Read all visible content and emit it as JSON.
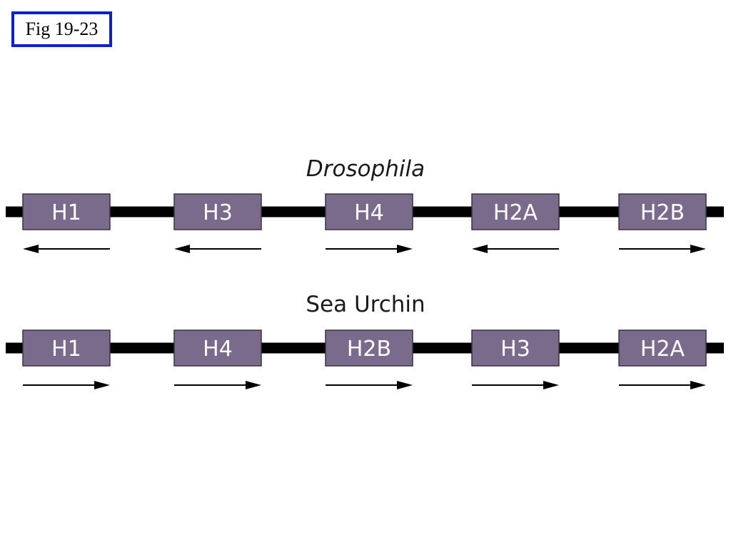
{
  "figure_label": "Fig 19-23",
  "colors": {
    "gene_box": "#7a6a8c",
    "dna_line": "#000000",
    "label_border": "#0a1fd6"
  },
  "rows": [
    {
      "organism": "Drosophila",
      "italic": true,
      "genes": [
        {
          "name": "H1",
          "direction": "left"
        },
        {
          "name": "H3",
          "direction": "left"
        },
        {
          "name": "H4",
          "direction": "right"
        },
        {
          "name": "H2A",
          "direction": "left"
        },
        {
          "name": "H2B",
          "direction": "right"
        }
      ]
    },
    {
      "organism": "Sea Urchin",
      "italic": false,
      "genes": [
        {
          "name": "H1",
          "direction": "right"
        },
        {
          "name": "H4",
          "direction": "right"
        },
        {
          "name": "H2B",
          "direction": "right"
        },
        {
          "name": "H3",
          "direction": "right"
        },
        {
          "name": "H2A",
          "direction": "right"
        }
      ]
    }
  ]
}
